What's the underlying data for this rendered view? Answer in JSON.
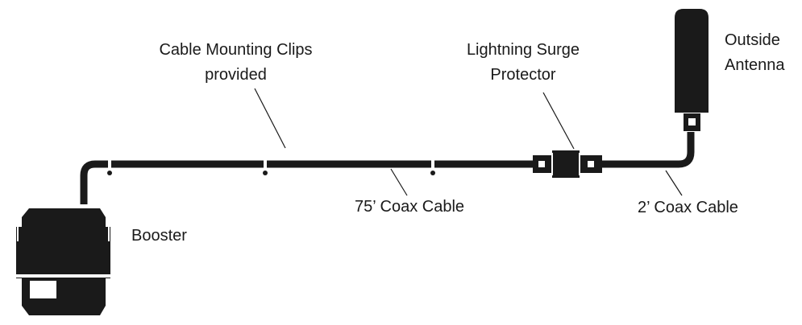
{
  "labels": {
    "clips_line1": "Cable Mounting Clips",
    "clips_line2": "provided",
    "surge_line1": "Lightning Surge",
    "surge_line2": "Protector",
    "antenna_line1": "Outside",
    "antenna_line2": "Antenna",
    "booster": "Booster",
    "coax75": "75’ Coax Cable",
    "coax2": "2’ Coax Cable"
  },
  "colors": {
    "ink": "#1a1a1a",
    "background": "#ffffff"
  }
}
